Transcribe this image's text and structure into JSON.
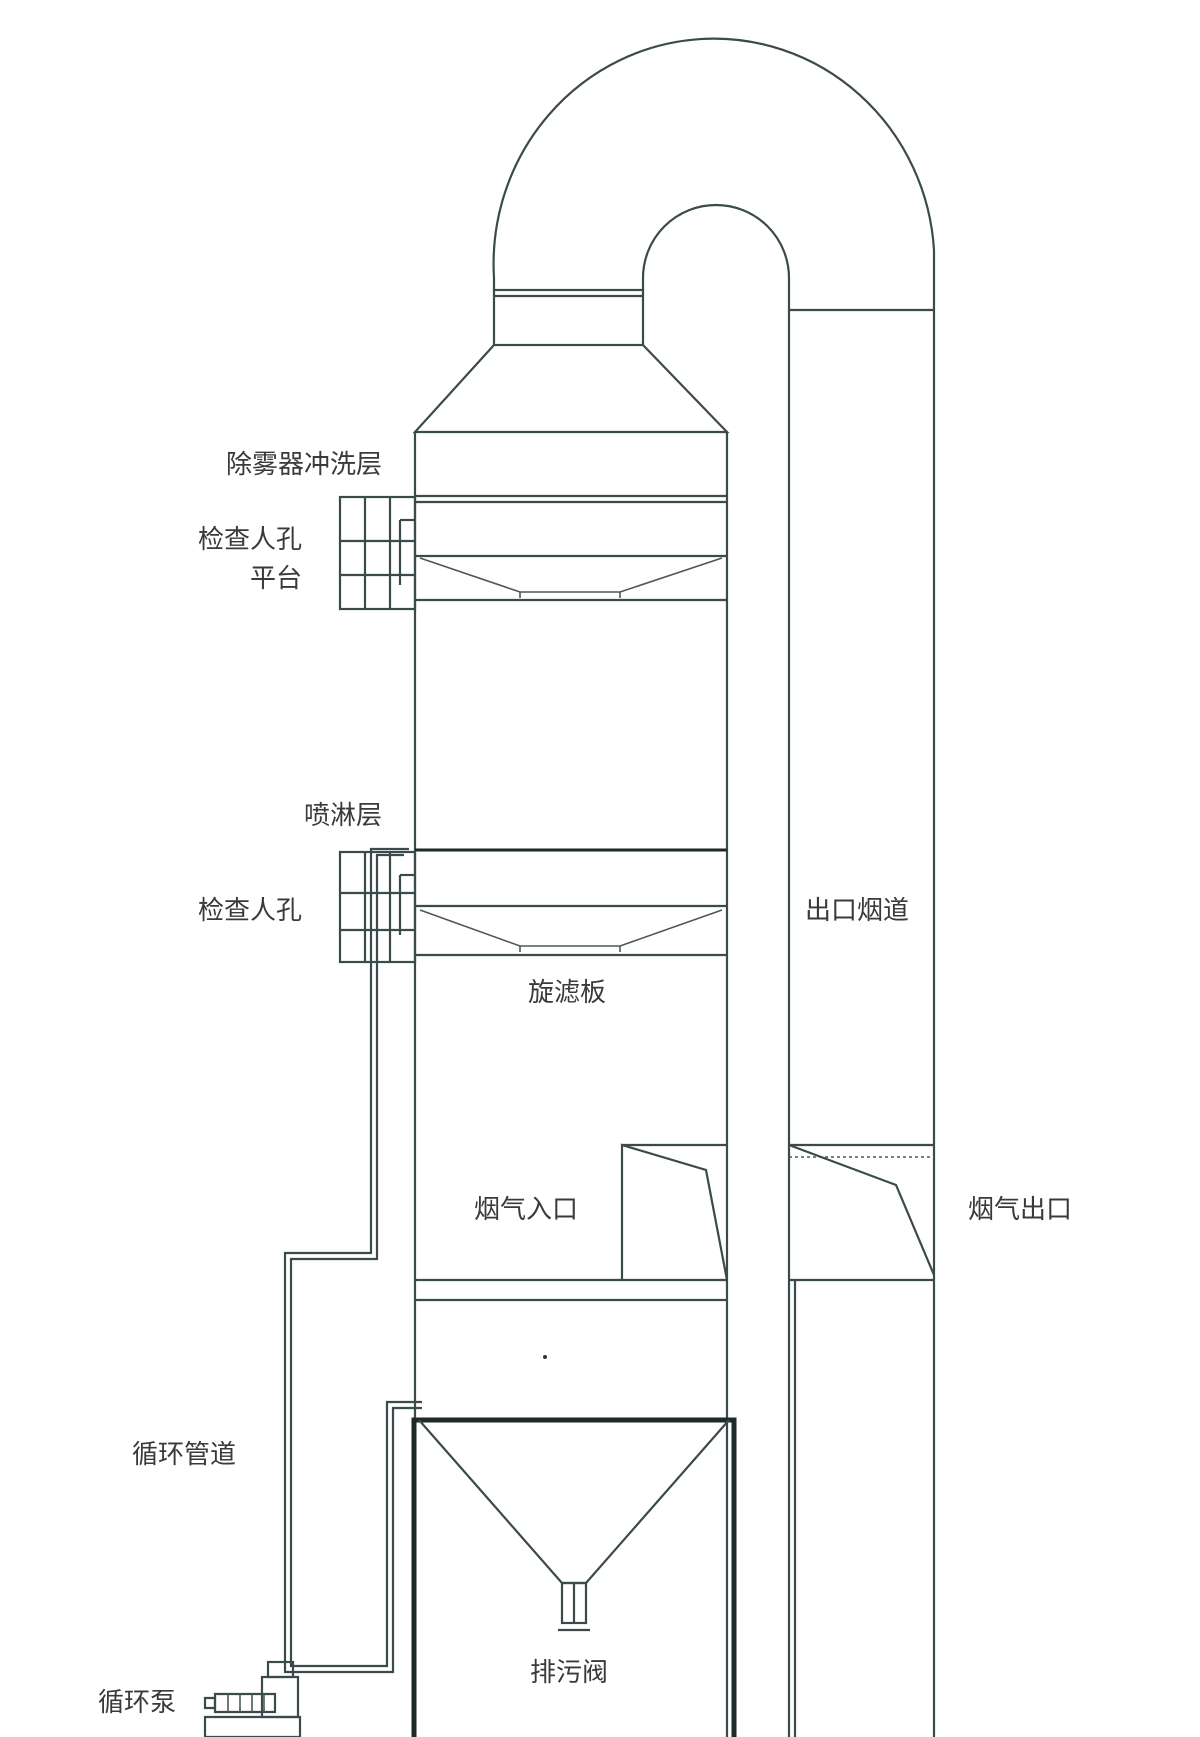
{
  "labels": {
    "mist_eliminator_wash": "除雾器冲洗层",
    "inspection_hole_top": "检查人孔",
    "platform": "平台",
    "spray_layer": "喷淋层",
    "inspection_hole_mid": "检查人孔",
    "outlet_duct": "出口烟道",
    "swirl_plate": "旋滤板",
    "flue_gas_inlet": "烟气入口",
    "flue_gas_outlet": "烟气出口",
    "circulation_pipe": "循环管道",
    "drain_valve": "排污阀",
    "circulation_pump": "循环泵"
  }
}
